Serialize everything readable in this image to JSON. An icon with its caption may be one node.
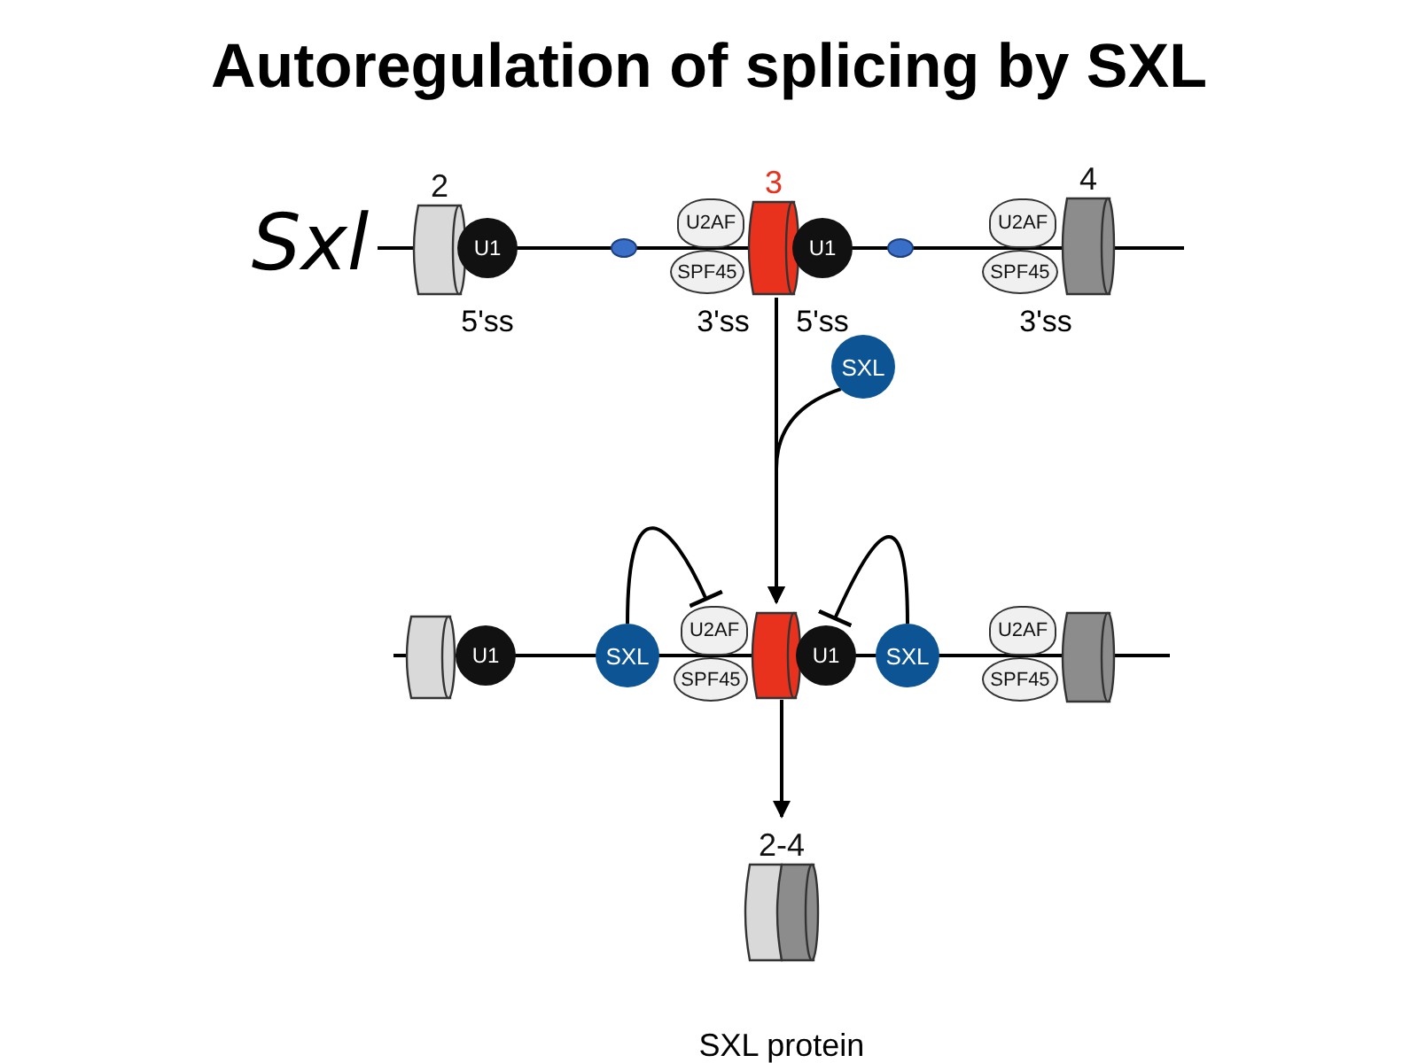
{
  "diagram": {
    "title": "Autoregulation of splicing by SXL",
    "nodes": [
      {
        "text": [
          "2"
        ]
      },
      {
        "text": [
          "U1"
        ]
      },
      {
        "text": [
          "U2AF"
        ]
      },
      {
        "text": [
          "SPF45"
        ]
      },
      {
        "text": [
          "3"
        ]
      },
      {
        "text": [
          "U1"
        ]
      },
      {
        "text": [
          "U2AF"
        ]
      },
      {
        "text": [
          "SPF45"
        ]
      },
      {
        "text": [
          "4"
        ]
      },
      {
        "text": [
          "SXL"
        ]
      },
      {
        "text": [],
        "shape": "cylinder"
      },
      {
        "text": [
          "U1"
        ]
      },
      {
        "text": [
          "SXL"
        ]
      },
      {
        "text": [
          "U2AF"
        ]
      },
      {
        "text": [
          "SPF45"
        ]
      },
      {
        "text": [],
        "shape": "cylinder"
      },
      {
        "text": [
          "U1"
        ]
      },
      {
        "text": [
          "SXL"
        ]
      },
      {
        "text": [
          "U2AF"
        ]
      },
      {
        "text": [
          "SPF45"
        ]
      },
      {
        "text": [],
        "shape": "cylinder"
      },
      {
        "text": [
          "2-4"
        ],
        "beside": [
          "SXL protein"
        ]
      }
    ],
    "edges": [
      {
        "from": 4,
        "to": 15,
        "arrow": "to"
      },
      {
        "from": 9,
        "to": 15,
        "arrow": "to"
      },
      {
        "from": 12,
        "to": 13,
        "arrow": "other"
      },
      {
        "from": 17,
        "to": 16,
        "arrow": "other"
      },
      {
        "from": 15,
        "to": 21,
        "arrow": "to"
      }
    ],
    "labels": [
      "Sxl",
      "5'ss",
      "3'ss",
      "5'ss",
      "3'ss"
    ]
  }
}
